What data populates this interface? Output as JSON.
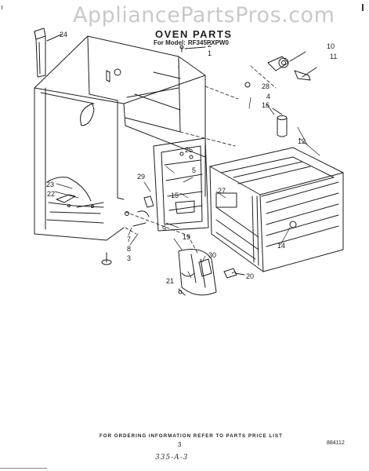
{
  "watermark": "AppliancePartsPros.com",
  "title": "OVEN PARTS",
  "model_label": "For Model:",
  "model_number": "RF345PXPW0",
  "footer_note": "FOR ORDERING INFORMATION REFER TO PARTS PRICE LIST",
  "page_number": "3",
  "doc_code": "884112",
  "handwritten_note": "335-A-3",
  "callouts": {
    "c1": "1",
    "c2": "2",
    "c3": "3",
    "c4": "4",
    "c5": "5",
    "c7": "7",
    "c8": "8",
    "c9": "9",
    "c10": "10",
    "c11": "11",
    "c12": "12",
    "c14": "14",
    "c15": "15",
    "c16": "16",
    "c19": "19",
    "c20": "20",
    "c21": "21",
    "c22": "22",
    "c23": "23",
    "c24": "24",
    "c25": "25",
    "c27": "27",
    "c28": "28",
    "c29": "29",
    "c30": "30"
  }
}
